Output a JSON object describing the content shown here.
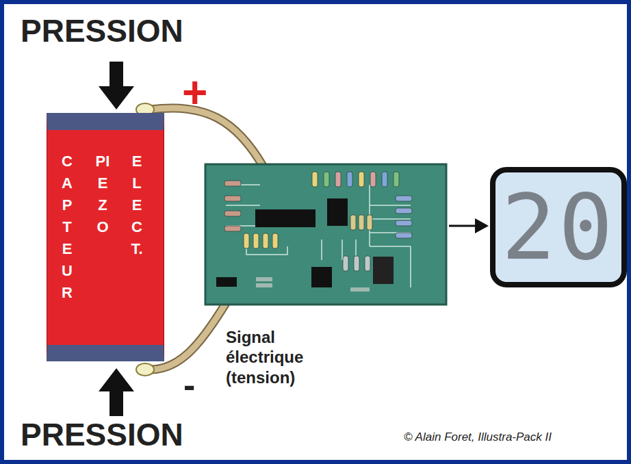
{
  "diagram": {
    "nodes": [
      {
        "text": [
          "CAPTEUR",
          "PIEZO",
          "ELECT."
        ]
      },
      {
        "text": [
          "20"
        ]
      }
    ],
    "labels": [
      "PRESSION",
      "PRESSION",
      "+",
      "-",
      "Signal électrique (tension)",
      "© Alain Foret, Illustra-Pack II"
    ]
  }
}
